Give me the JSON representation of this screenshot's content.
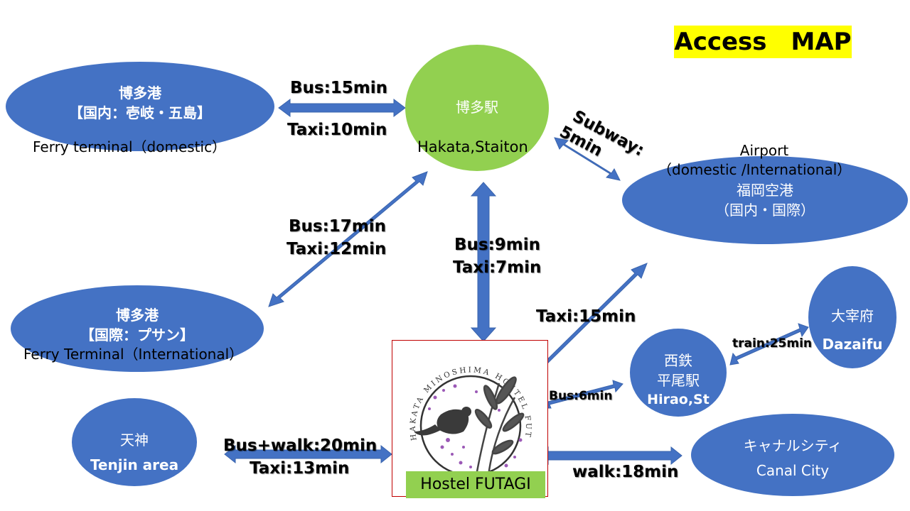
{
  "title": "Access　MAP",
  "nodes": {
    "hakata_station": {
      "name_ja": "博多駅",
      "name_en": "Hakata,Staiton"
    },
    "ferry_domestic": {
      "name_ja": "博多港",
      "sub_ja": "【国内：壱岐・五島】",
      "name_en": "Ferry terminal（domestic）"
    },
    "ferry_international": {
      "name_ja": "博多港",
      "sub_ja": "【国際：プサン】",
      "name_en": "Ferry Terminal（International）"
    },
    "airport": {
      "line1": "Airport",
      "line2": "（domestic /International）",
      "line3": "福岡空港",
      "line4": "（国内・国際）"
    },
    "nishitetsu_hirao": {
      "line1": "西鉄",
      "line2": "平尾駅",
      "line3": "Hirao,St"
    },
    "dazaifu": {
      "name_ja": "大宰府",
      "name_en": "Dazaifu"
    },
    "tenjin": {
      "name_ja": "天神",
      "name_en": "Tenjin area"
    },
    "canal_city": {
      "name_ja": "キャナルシティ",
      "name_en": "Canal City"
    },
    "hostel": {
      "name": "Hostel FUTAGI",
      "logo_text": "HAKATA MINOSHIMA HOSTEL FUTAGI"
    }
  },
  "routes": {
    "station_ferry_domestic": {
      "line1": "Bus:15min",
      "line2": "Taxi:10min"
    },
    "station_airport": {
      "line1": "Subway:",
      "line2": "5min"
    },
    "station_ferry_international": {
      "line1": "Bus:17min",
      "line2": "Taxi:12min"
    },
    "station_hostel": {
      "line1": "Bus:9min",
      "line2": "Taxi:7min"
    },
    "hostel_airport": {
      "line1": "Taxi:15min"
    },
    "hirao_dazaifu": {
      "line1": "train:25min"
    },
    "hostel_hirao": {
      "line1": "Bus:6min"
    },
    "tenjin_hostel": {
      "line1": "Bus+walk:20min",
      "line2": "Taxi:13min"
    },
    "hostel_canal": {
      "line1": "walk:18min"
    }
  },
  "colors": {
    "node_blue": "#4472c4",
    "station_green": "#92d050",
    "arrow_blue": "#4472c4",
    "title_yellow": "#ffff00",
    "hostel_border": "#c00000",
    "logo_dots": "#9b59b6"
  },
  "icons": [
    "double-arrow-icon",
    "flying-squirrel-icon",
    "bamboo-icon"
  ]
}
